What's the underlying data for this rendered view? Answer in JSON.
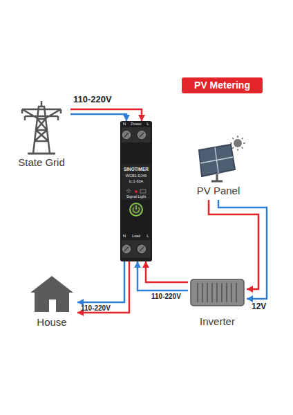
{
  "diagram": {
    "title": "PV Metering",
    "nodes": [
      {
        "text": [
          "State Grid"
        ]
      },
      {
        "text": [
          "N",
          "Power",
          "L",
          "SINOTIMER",
          "WCB1-DJ45",
          "Ic:1-63A",
          "Signal Light",
          "N",
          "Load",
          "L"
        ]
      },
      {
        "text": [
          "PV Panel"
        ]
      },
      {
        "text": [
          "House"
        ]
      },
      {
        "text": [
          "Inverter"
        ]
      }
    ],
    "edges": [
      {
        "from": 0,
        "to": 1,
        "arrow": "to",
        "label": "110-220V"
      },
      {
        "from": 1,
        "to": 3,
        "arrow": "to",
        "label": "110-220V"
      },
      {
        "from": 4,
        "to": 1,
        "arrow": "to",
        "label": "110-220V"
      },
      {
        "from": 2,
        "to": 4,
        "arrow": "to",
        "label": "12V"
      }
    ]
  }
}
